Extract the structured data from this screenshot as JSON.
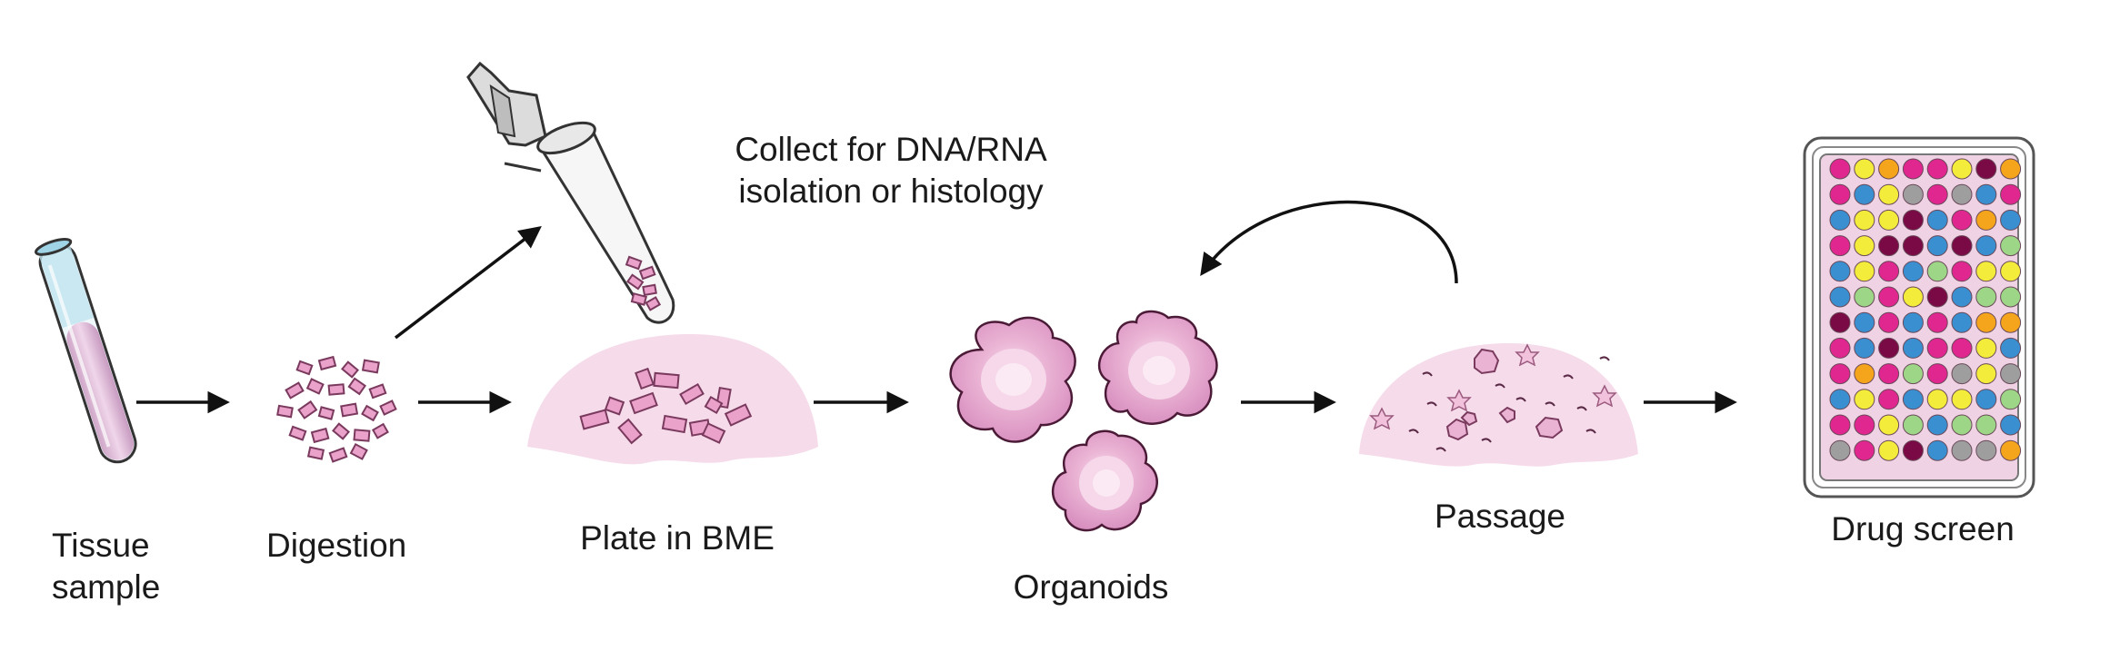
{
  "steps": {
    "tissue_sample": "Tissue\nsample",
    "digestion": "Digestion",
    "plate_in_bme": "Plate in BME",
    "organoids": "Organoids",
    "passage": "Passage",
    "drug_screen": "Drug screen"
  },
  "collect_note": "Collect for DNA/RNA\nisolation or histology",
  "colors": {
    "pink_light": "#f5d7e8",
    "pink": "#e79ac6",
    "pink_dark": "#c45e9a",
    "magenta": "#e0268f",
    "maroon": "#7a0a45",
    "blue": "#3a8fd0",
    "yellow": "#f4ec3a",
    "orange": "#f5a51c",
    "green": "#9ed687",
    "gray": "#9e9e9e",
    "outline": "#222222"
  },
  "well_plate": {
    "columns": 8,
    "rows": 12,
    "wells": [
      [
        "magenta",
        "yellow",
        "orange",
        "magenta",
        "magenta",
        "yellow",
        "maroon",
        "orange"
      ],
      [
        "magenta",
        "blue",
        "yellow",
        "gray",
        "magenta",
        "gray",
        "blue",
        "magenta"
      ],
      [
        "blue",
        "yellow",
        "yellow",
        "maroon",
        "blue",
        "magenta",
        "orange",
        "blue"
      ],
      [
        "magenta",
        "yellow",
        "maroon",
        "maroon",
        "blue",
        "maroon",
        "blue",
        "green"
      ],
      [
        "blue",
        "yellow",
        "magenta",
        "blue",
        "green",
        "magenta",
        "yellow",
        "yellow"
      ],
      [
        "blue",
        "green",
        "magenta",
        "yellow",
        "maroon",
        "blue",
        "green",
        "green"
      ],
      [
        "maroon",
        "blue",
        "magenta",
        "blue",
        "magenta",
        "blue",
        "orange",
        "orange"
      ],
      [
        "magenta",
        "blue",
        "maroon",
        "blue",
        "magenta",
        "magenta",
        "yellow",
        "blue"
      ],
      [
        "magenta",
        "orange",
        "magenta",
        "green",
        "magenta",
        "gray",
        "yellow",
        "gray"
      ],
      [
        "blue",
        "yellow",
        "magenta",
        "blue",
        "yellow",
        "yellow",
        "blue",
        "green"
      ],
      [
        "magenta",
        "magenta",
        "yellow",
        "green",
        "blue",
        "green",
        "green",
        "blue"
      ],
      [
        "gray",
        "magenta",
        "yellow",
        "maroon",
        "blue",
        "gray",
        "gray",
        "orange"
      ]
    ]
  }
}
